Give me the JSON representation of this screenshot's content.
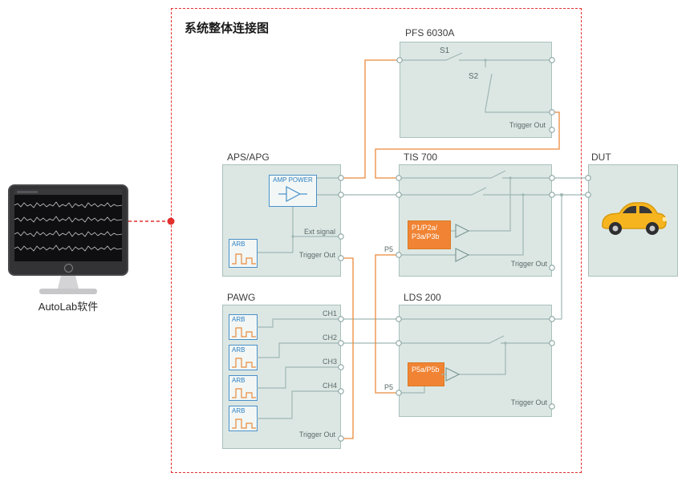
{
  "title": "系统整体连接图",
  "monitor": {
    "label": "AutoLab软件"
  },
  "blocks": {
    "pfs": {
      "name": "PFS 6030A",
      "s1": "S1",
      "s2": "S2",
      "trigger_out": "Trigger Out"
    },
    "aps": {
      "name": "APS/APG",
      "amp_power": "AMP POWER",
      "arb": "ARB",
      "ext_signal": "Ext signal",
      "trigger_out": "Trigger Out"
    },
    "tis": {
      "name": "TIS 700",
      "probe": "P1/P2a/ P3a/P3b",
      "p5": "P5",
      "trigger_out": "Trigger Out"
    },
    "dut": {
      "name": "DUT"
    },
    "pawg": {
      "name": "PAWG",
      "arb": "ARB",
      "channels": [
        "CH1",
        "CH2",
        "CH3",
        "CH4"
      ],
      "trigger_out": "Trigger Out"
    },
    "lds": {
      "name": "LDS 200",
      "probe": "P5a/P5b",
      "p5": "P5",
      "trigger_out": "Trigger Out"
    }
  },
  "colors": {
    "frame_red": "#e2302e",
    "wire_orange": "#ea8a3c",
    "wire_gray": "#9fb7b3",
    "block_fill": "#dce7e4",
    "block_border": "#a9c0bc",
    "accent_blue": "#4a90c8",
    "probe_orange": "#f08434"
  }
}
